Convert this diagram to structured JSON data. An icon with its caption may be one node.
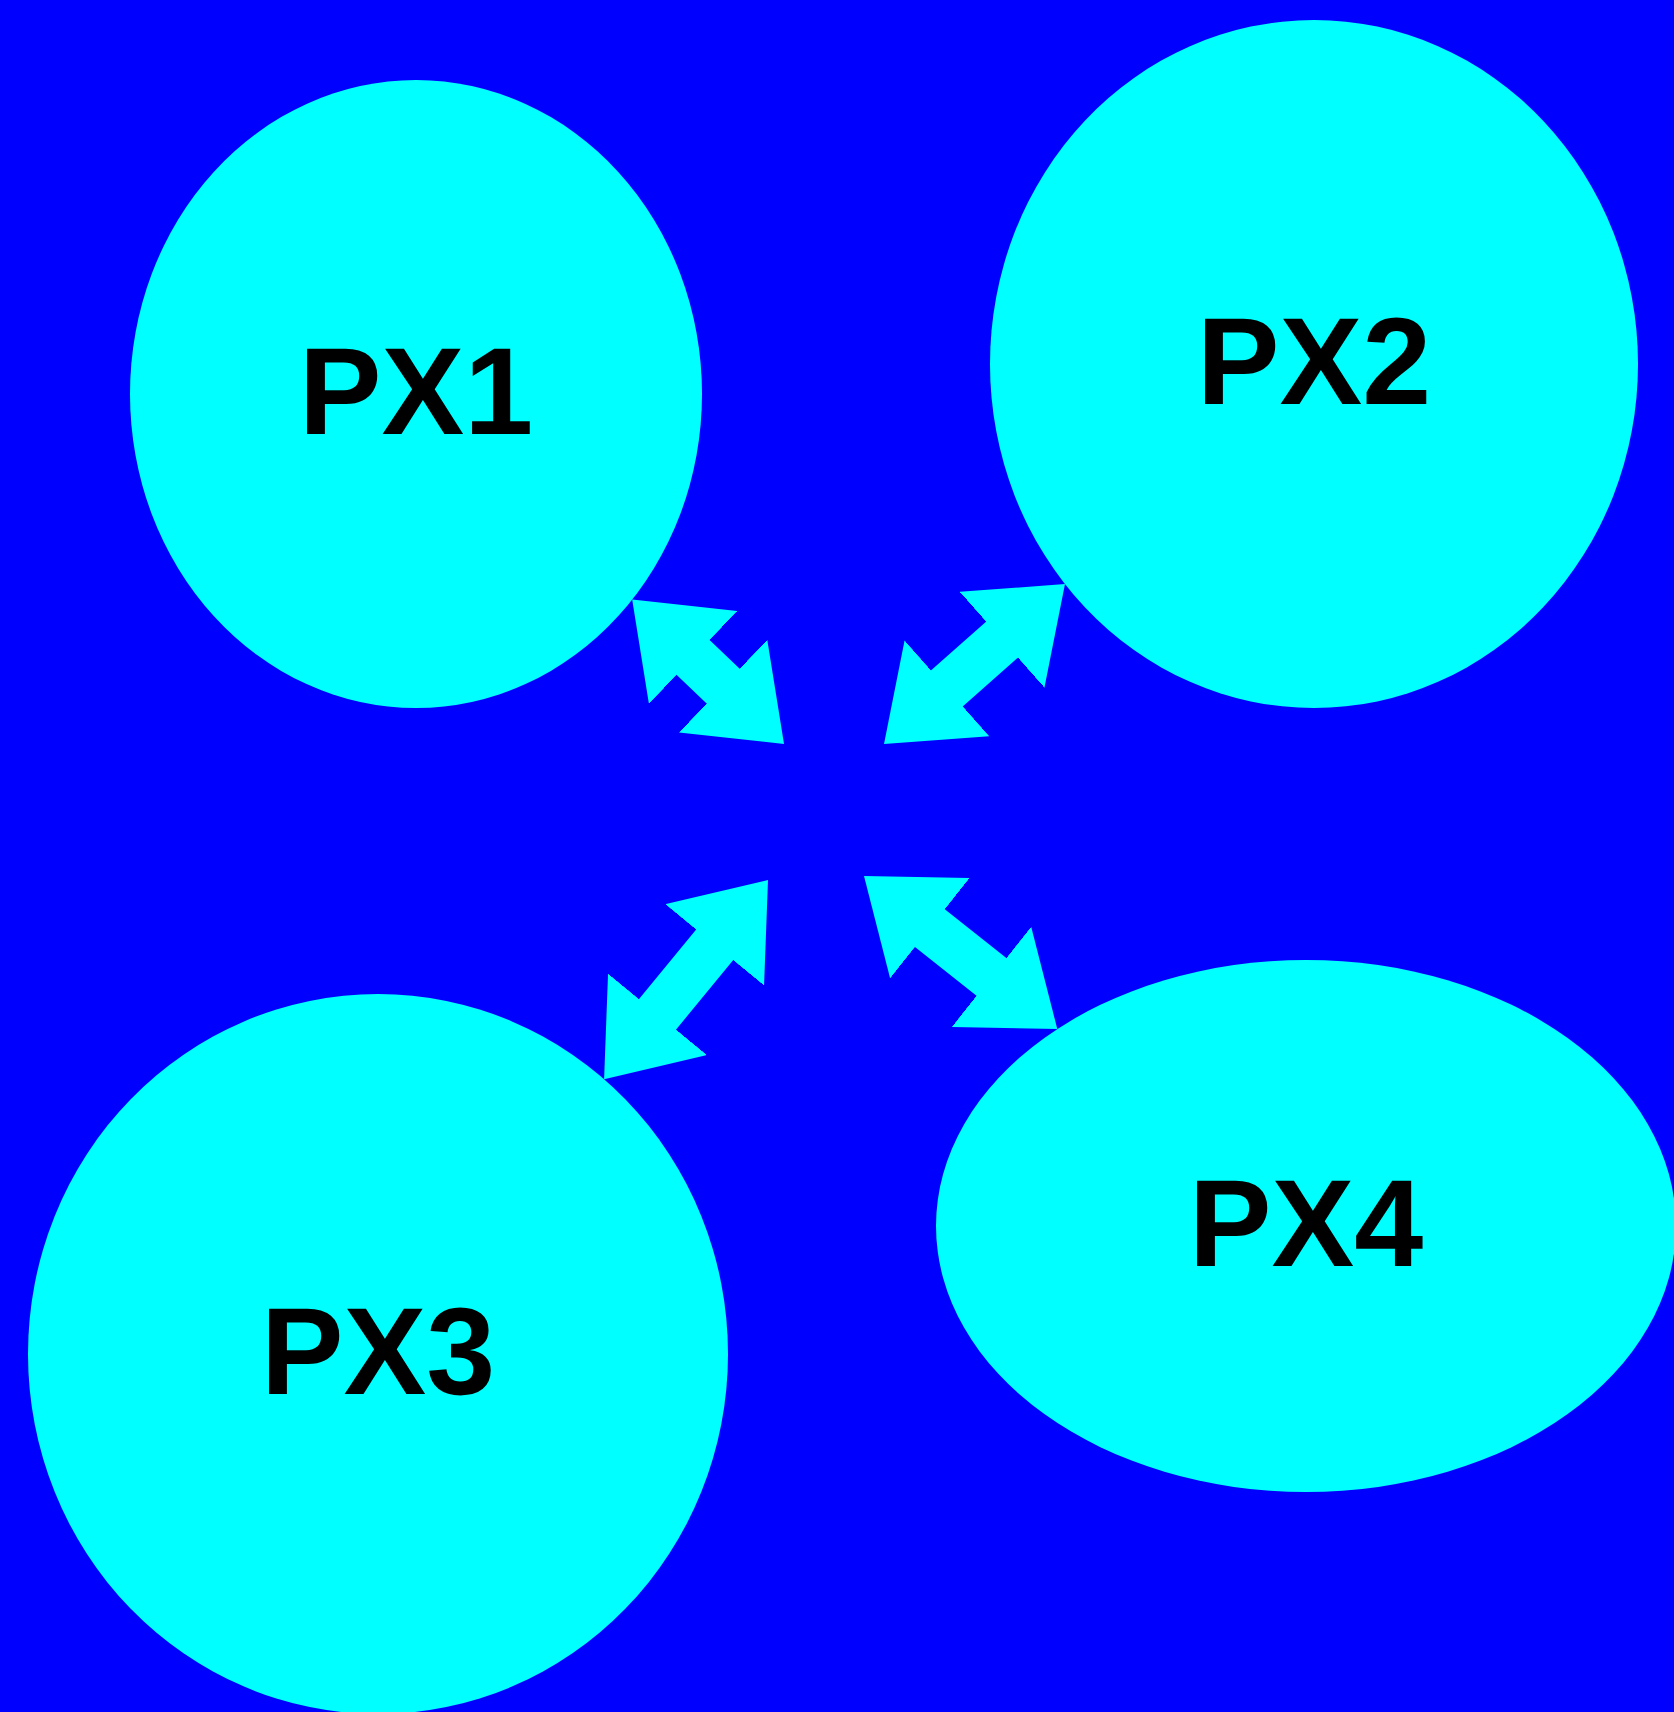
{
  "diagram": {
    "nodes": [
      {
        "text": [
          "PX1"
        ]
      },
      {
        "text": [
          "PX2"
        ]
      },
      {
        "text": [
          "PX3"
        ]
      },
      {
        "text": [
          "PX4"
        ]
      }
    ],
    "edges": [
      {
        "from": null,
        "to": 0,
        "arrow": "both"
      },
      {
        "from": null,
        "to": 1,
        "arrow": "both"
      },
      {
        "from": null,
        "to": 2,
        "arrow": "both"
      },
      {
        "from": null,
        "to": 3,
        "arrow": "both"
      }
    ]
  }
}
